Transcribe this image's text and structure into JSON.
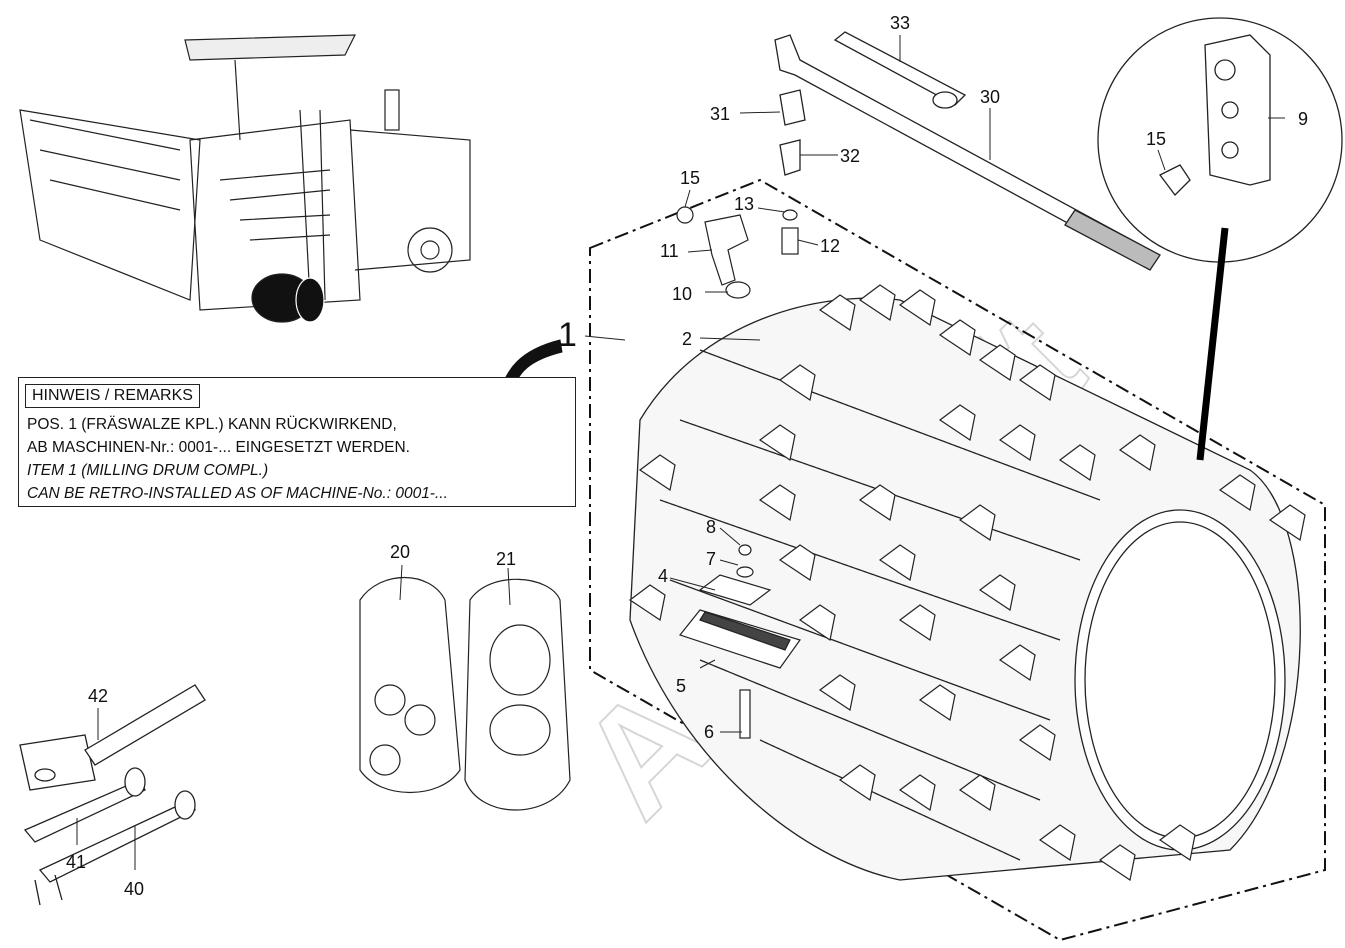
{
  "remarks": {
    "heading": "HINWEIS / REMARKS",
    "lines": [
      "POS. 1 (FRÄSWALZE  KPL.) KANN RÜCKWIRKEND,",
      "AB MASCHINEN-Nr.: 0001-... EINGESETZT WERDEN.",
      "ITEM 1 (MILLING DRUM COMPL.)",
      "CAN BE RETRO-INSTALLED  AS OF MACHINE-No.: 0001-..."
    ]
  },
  "watermark": "AutoSoft",
  "callouts": {
    "c1": "1",
    "c2": "2",
    "c4": "4",
    "c5": "5",
    "c6": "6",
    "c7": "7",
    "c8": "8",
    "c9": "9",
    "c10": "10",
    "c11": "11",
    "c12": "12",
    "c13": "13",
    "c15a": "15",
    "c15b": "15",
    "c20": "20",
    "c21": "21",
    "c30": "30",
    "c31": "31",
    "c32": "32",
    "c33": "33",
    "c40": "40",
    "c41": "41",
    "c42": "42"
  }
}
